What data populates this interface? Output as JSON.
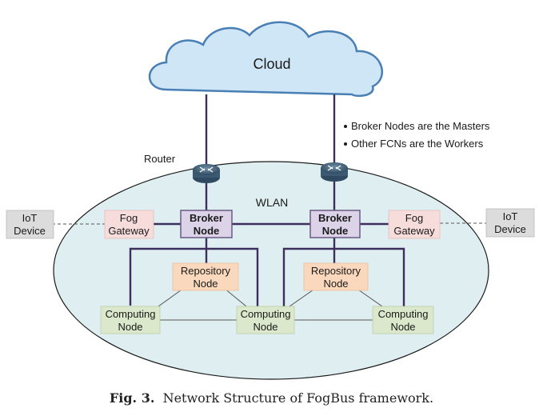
{
  "diagram": {
    "cloud_label": "Cloud",
    "router_label": "Router",
    "wlan_label": "WLAN",
    "notes": [
      "Broker Nodes are the Masters",
      "Other FCNs are the Workers"
    ],
    "iot_left": [
      "IoT",
      "Device"
    ],
    "iot_right": [
      "IoT",
      "Device"
    ],
    "fog_gateway_left": [
      "Fog",
      "Gateway"
    ],
    "fog_gateway_right": [
      "Fog",
      "Gateway"
    ],
    "broker_left": [
      "Broker",
      "Node"
    ],
    "broker_right": [
      "Broker",
      "Node"
    ],
    "repository_left": [
      "Repository",
      "Node"
    ],
    "repository_right": [
      "Repository",
      "Node"
    ],
    "computing_1": [
      "Computing",
      "Node"
    ],
    "computing_2": [
      "Computing",
      "Node"
    ],
    "computing_3": [
      "Computing",
      "Node"
    ],
    "colors": {
      "cloud_fill": "#cfe6f7",
      "cloud_stroke": "#4a7fb5",
      "wlan_fill": "#dfeef0",
      "broker_fill": "#ddd3e8",
      "broker_stroke": "#6a5a85",
      "gateway_fill": "#f7dcdc",
      "repository_fill": "#f9d8bd",
      "computing_fill": "#dbe8cb",
      "iot_fill": "#dcdcdc",
      "link_dark": "#3c2f5e"
    }
  },
  "caption": {
    "prefix": "Fig. 3.",
    "text": "Network Structure of FogBus framework."
  }
}
